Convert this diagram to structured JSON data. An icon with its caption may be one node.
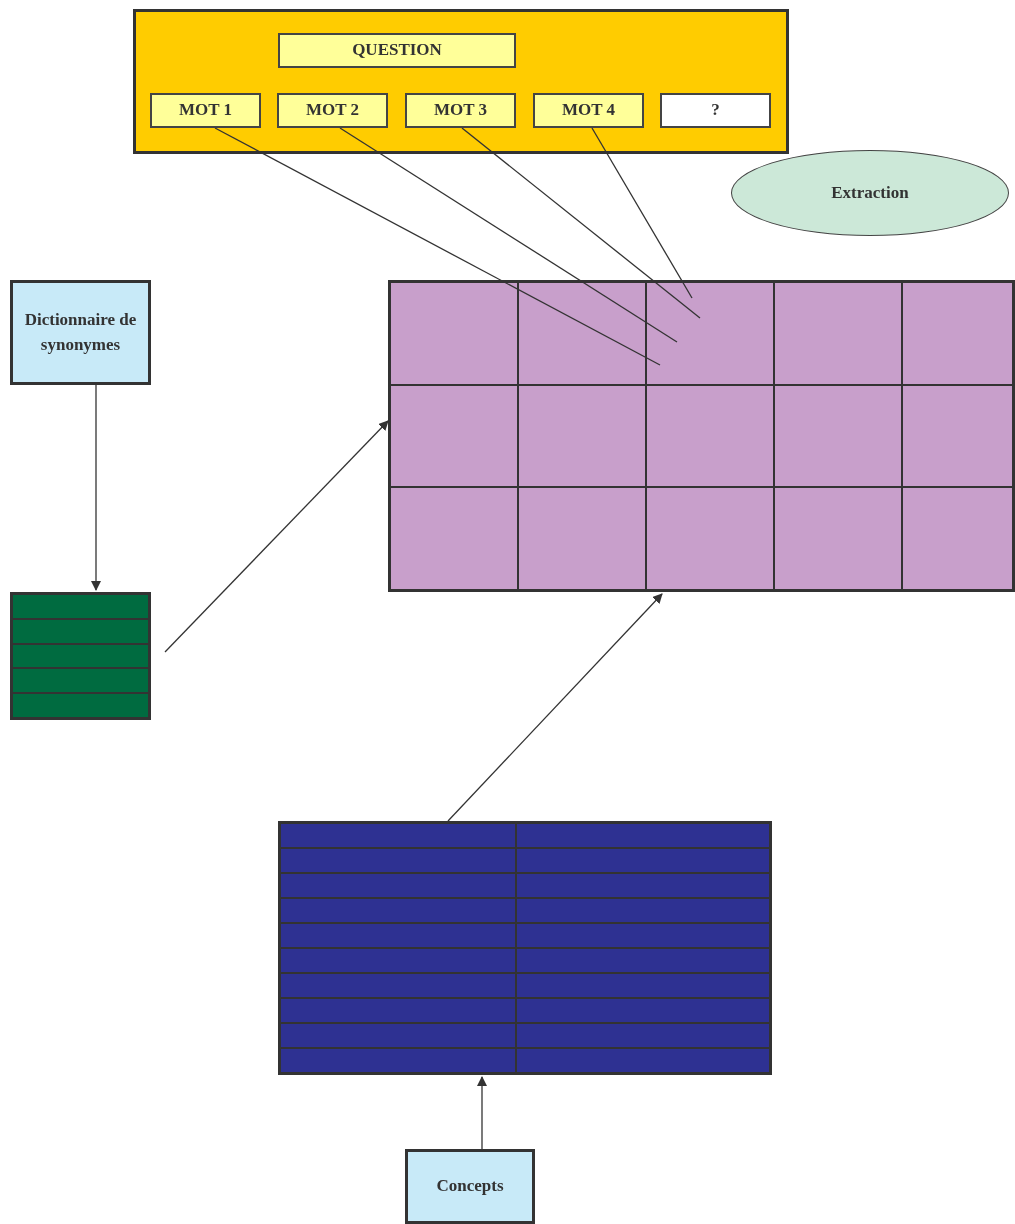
{
  "diagram": {
    "nodes": [
      {
        "text": [],
        "shape": "box"
      },
      {
        "text": [
          "QUESTION"
        ],
        "in": 0
      },
      {
        "text": [
          "MOT 1"
        ],
        "in": 0
      },
      {
        "text": [
          "MOT 2"
        ],
        "in": 0
      },
      {
        "text": [
          "MOT 3"
        ],
        "in": 0
      },
      {
        "text": [
          "MOT 4"
        ],
        "in": 0
      },
      {
        "text": [
          "?"
        ],
        "in": 0
      },
      {
        "text": [
          "Extraction"
        ]
      },
      {
        "text": [
          "Dictionnaire de synonymes"
        ]
      },
      {
        "text": [],
        "shape": "box"
      },
      {
        "text": [],
        "shape": "box"
      },
      {
        "text": [],
        "shape": "box"
      },
      {
        "text": [
          "Concepts"
        ]
      }
    ],
    "edges": [
      {
        "from": 2,
        "to": 10,
        "arrow": "none"
      },
      {
        "from": 3,
        "to": 10,
        "arrow": "none"
      },
      {
        "from": 4,
        "to": 10,
        "arrow": "none"
      },
      {
        "from": 5,
        "to": 10,
        "arrow": "none"
      },
      {
        "from": 8,
        "to": 9,
        "arrow": "to"
      },
      {
        "from": 9,
        "to": 10,
        "arrow": "to"
      },
      {
        "from": 11,
        "to": 10,
        "arrow": "to"
      },
      {
        "from": 12,
        "to": 11,
        "arrow": "to"
      }
    ]
  }
}
